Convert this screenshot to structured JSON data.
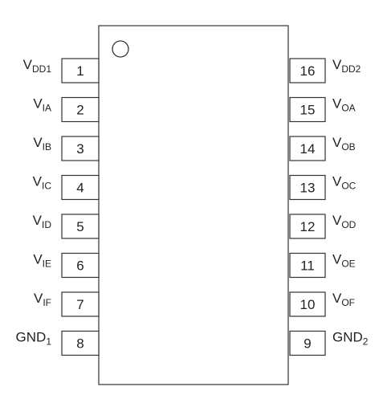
{
  "chip": {
    "pins_left": [
      {
        "number": "1",
        "label_main": "V",
        "label_sub": "DD1"
      },
      {
        "number": "2",
        "label_main": "V",
        "label_sub": "IA"
      },
      {
        "number": "3",
        "label_main": "V",
        "label_sub": "IB"
      },
      {
        "number": "4",
        "label_main": "V",
        "label_sub": "IC"
      },
      {
        "number": "5",
        "label_main": "V",
        "label_sub": "ID"
      },
      {
        "number": "6",
        "label_main": "V",
        "label_sub": "IE"
      },
      {
        "number": "7",
        "label_main": "V",
        "label_sub": "IF"
      },
      {
        "number": "8",
        "label_main": "GND",
        "label_sub": "1"
      }
    ],
    "pins_right": [
      {
        "number": "16",
        "label_main": "V",
        "label_sub": "DD2"
      },
      {
        "number": "15",
        "label_main": "V",
        "label_sub": "OA"
      },
      {
        "number": "14",
        "label_main": "V",
        "label_sub": "OB"
      },
      {
        "number": "13",
        "label_main": "V",
        "label_sub": "OC"
      },
      {
        "number": "12",
        "label_main": "V",
        "label_sub": "OD"
      },
      {
        "number": "11",
        "label_main": "V",
        "label_sub": "OE"
      },
      {
        "number": "10",
        "label_main": "V",
        "label_sub": "OF"
      },
      {
        "number": "9",
        "label_main": "GND",
        "label_sub": "2"
      }
    ]
  }
}
